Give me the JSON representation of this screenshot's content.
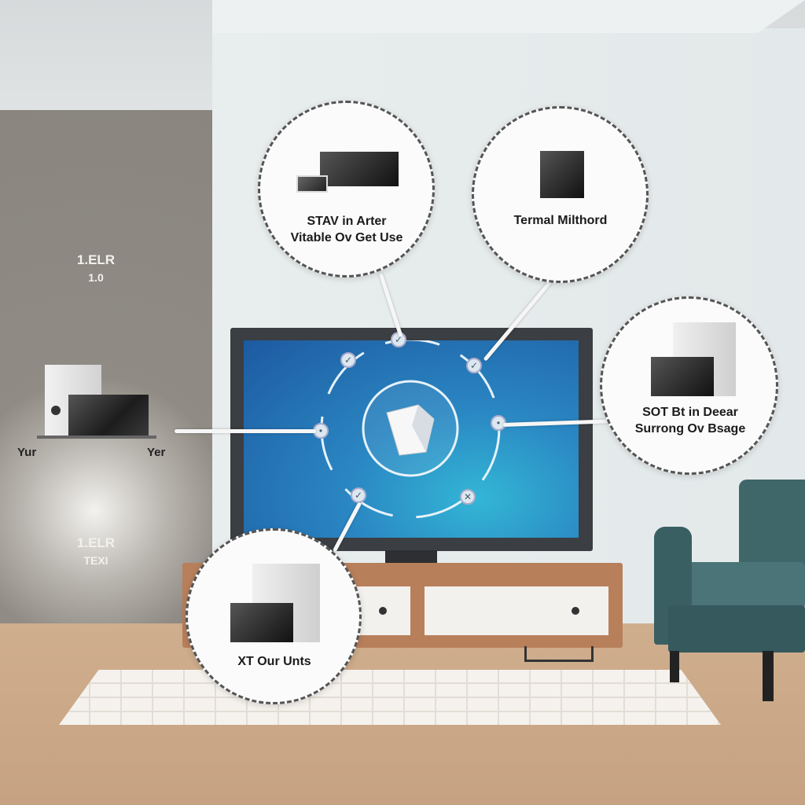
{
  "left_wall": {
    "top_label": "1.ELR",
    "top_sub": "1.0",
    "device_left_label": "Yur",
    "device_right_label": "Yer",
    "bottom_label": "1.ELR",
    "bottom_sub": "TEXI"
  },
  "bubbles": [
    {
      "line1": "STAV in Arter",
      "line2": "Vitable Ov Get Use"
    },
    {
      "line1": "Termal Milthord",
      "line2": ""
    },
    {
      "line1": "SOT Bt in Deear",
      "line2": "Surrong Ov Bsage"
    },
    {
      "line1": "XT Our Unts",
      "line2": ""
    }
  ],
  "colors": {
    "screen": "#2a86c2",
    "wall_panel": "#8f8a84",
    "floor": "#c9a98a",
    "chair": "#3d6366",
    "cabinet": "#b87f5b"
  }
}
